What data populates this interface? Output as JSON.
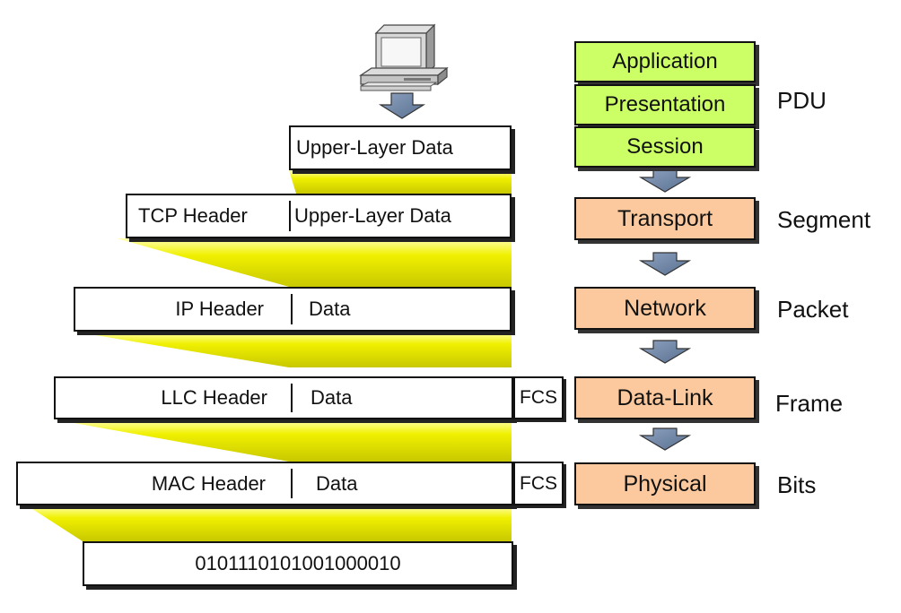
{
  "encapsulation": {
    "upper_layer_data": "Upper-Layer Data",
    "tcp_header": "TCP Header",
    "tcp_data": "Upper-Layer Data",
    "ip_header": "IP Header",
    "ip_data": "Data",
    "llc_header": "LLC Header",
    "llc_data": "Data",
    "llc_fcs": "FCS",
    "mac_header": "MAC Header",
    "mac_data": "Data",
    "mac_fcs": "FCS",
    "bits": "0101110101001000010"
  },
  "osi_layers": {
    "application": "Application",
    "presentation": "Presentation",
    "session": "Session",
    "transport": "Transport",
    "network": "Network",
    "data_link": "Data-Link",
    "physical": "Physical"
  },
  "pdu": {
    "title": "PDU",
    "transport": "Segment",
    "network": "Packet",
    "data_link": "Frame",
    "physical": "Bits"
  },
  "colors": {
    "upper_layers": "#ccff66",
    "lower_layers": "#fbc99d",
    "funnel": "#e6e600",
    "arrow": "#6f86a6"
  }
}
